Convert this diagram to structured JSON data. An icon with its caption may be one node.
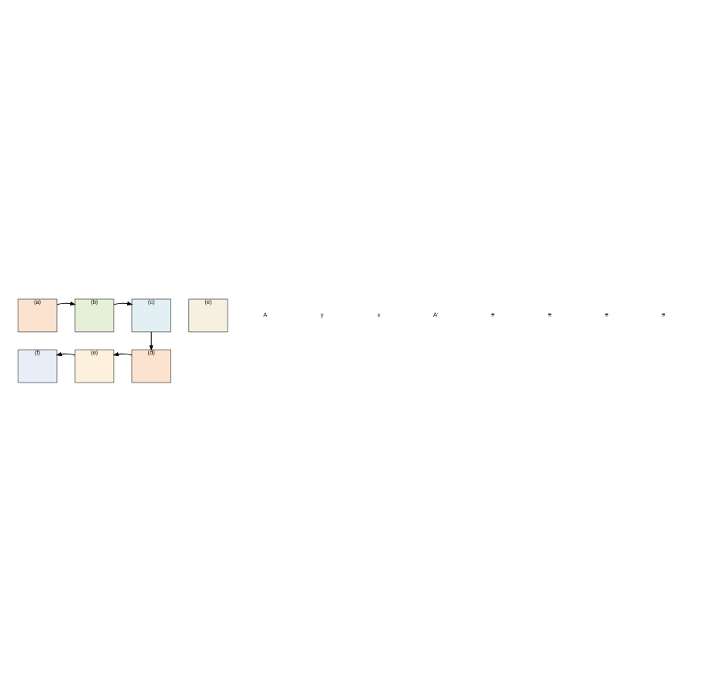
{
  "diagram": {
    "nodes": [
      {
        "text": [
          "(a)"
        ]
      },
      {
        "text": [
          "(b)"
        ]
      },
      {
        "text": [
          "(c)"
        ]
      },
      {
        "text": [
          "(d)"
        ]
      },
      {
        "text": [
          "(e)"
        ]
      },
      {
        "text": [
          "(f)"
        ]
      },
      {
        "text": [
          "(e)"
        ]
      }
    ],
    "edges": [
      {
        "from": 0,
        "to": 1,
        "arrow": "to"
      },
      {
        "from": 1,
        "to": 2,
        "arrow": "to"
      },
      {
        "from": 2,
        "to": 3,
        "arrow": "to"
      },
      {
        "from": 3,
        "to": 4,
        "arrow": "to"
      },
      {
        "from": 4,
        "to": 5,
        "arrow": "to"
      }
    ],
    "labels": [
      "A",
      "y",
      "x",
      "A′",
      "≡",
      "≡",
      "≡",
      "≡"
    ]
  }
}
